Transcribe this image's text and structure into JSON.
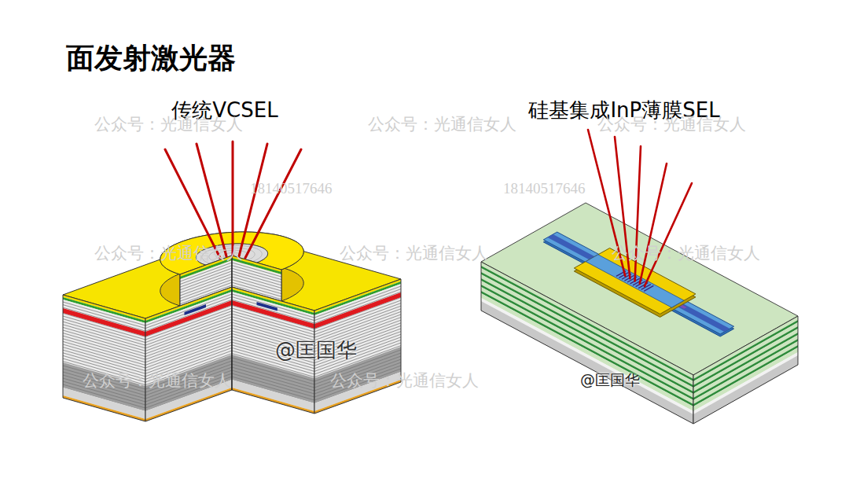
{
  "diagram": {
    "title": "面发射激光器",
    "labels": [
      "传统VCSEL",
      "硅基集成InP薄膜SEL",
      "公众号：光通信女人",
      "公众号：光通信女人",
      "公众号：光通信女人",
      "公众号：光通信女人",
      "公众号：光通信女人",
      "公众号：光通信女人",
      "公众号：光通信女人",
      "公众号：光通信女人",
      "18140517646",
      "18140517646",
      "@匡国华",
      "@匡国华"
    ]
  }
}
